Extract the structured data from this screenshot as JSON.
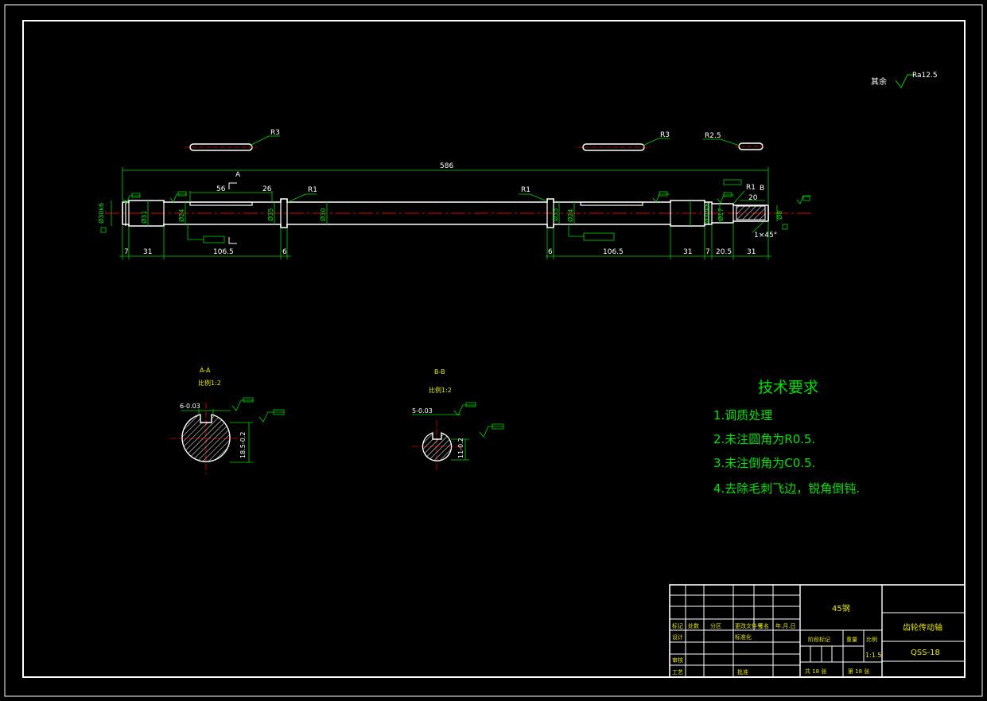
{
  "colors": {
    "background": "#000000",
    "outline": "#ffffff",
    "dimension": "#00d000",
    "centerline": "#e00000",
    "note_text": "#00e000",
    "title_text": "#e6e600",
    "hatch": "#ffffff"
  },
  "roughness_note": {
    "label": "其余",
    "value": "Ra12.5"
  },
  "main_view": {
    "overall_length": "586",
    "section_mark_a": "A",
    "section_mark_b": "B",
    "keyway_left_length": "56",
    "keyway_left_offset": "26",
    "radius_left": "R1",
    "radius_mid": "R1",
    "radius_right": "R1",
    "chamfer": "1×45°",
    "keyway_right_small": "20",
    "diameters": {
      "d1": "Ø30k6",
      "d2": "Ø31",
      "d3": "Ø24",
      "d4": "Ø35",
      "d5": "Ø30",
      "d6": "Ø35",
      "d7": "Ø24",
      "d8": "Ø30k6",
      "d9": "Ø17",
      "d10": "Ø8"
    },
    "bottom_dims": [
      "7",
      "31",
      "106.5",
      "6",
      "6",
      "106.5",
      "31",
      "7",
      "20.5",
      "31"
    ]
  },
  "key_details": [
    {
      "label": "R3"
    },
    {
      "label": "R3"
    },
    {
      "label": "R2.5"
    }
  ],
  "section_a": {
    "title": "A-A",
    "scale": "比例1:2",
    "width_tol": "6-0.03",
    "depth": "18.5-0.2"
  },
  "section_b": {
    "title": "B-B",
    "scale": "比例1:2",
    "width_tol": "5-0.03",
    "depth": "11-0.2"
  },
  "tech_requirements": {
    "title": "技术要求",
    "items": [
      "1.调质处理",
      "2.未注圆角为R0.5.",
      "3.未注倒角为C0.5.",
      "4.去除毛刺飞边，锐角倒钝."
    ]
  },
  "title_block": {
    "material": "45钢",
    "part_name": "齿轮传动轴",
    "drawing_no": "QSS-18",
    "scale": "1:1.5",
    "row_headers": [
      "标记",
      "处数",
      "分区",
      "更改文件号",
      "签名",
      "年.月.日"
    ],
    "design": "设计",
    "standardize": "标准化",
    "audit": "审核",
    "process": "工艺",
    "approve": "批准",
    "stage_mark": "阶段标记",
    "weight": "重量",
    "ratio": "比例",
    "sheet_total": "共 18 张",
    "sheet_no": "第 18 张"
  }
}
